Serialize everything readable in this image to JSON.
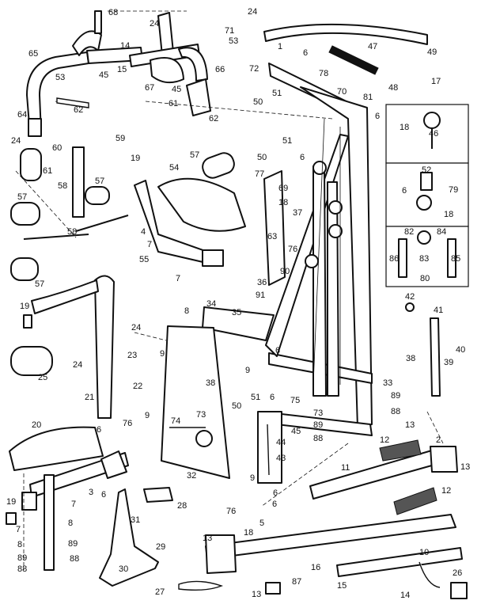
{
  "callouts": [
    {
      "id": "c68",
      "text": "68"
    },
    {
      "id": "c24a",
      "text": "24"
    },
    {
      "id": "c24b",
      "text": "24"
    },
    {
      "id": "c71",
      "text": "71"
    },
    {
      "id": "c53a",
      "text": "53"
    },
    {
      "id": "c65",
      "text": "65"
    },
    {
      "id": "c14a",
      "text": "14"
    },
    {
      "id": "c15",
      "text": "15"
    },
    {
      "id": "c53b",
      "text": "53"
    },
    {
      "id": "c45a",
      "text": "45"
    },
    {
      "id": "c67",
      "text": "67"
    },
    {
      "id": "c45b",
      "text": "45"
    },
    {
      "id": "c66",
      "text": "66"
    },
    {
      "id": "c61a",
      "text": "61"
    },
    {
      "id": "c62a",
      "text": "62"
    },
    {
      "id": "c62b",
      "text": "62"
    },
    {
      "id": "c64",
      "text": "64"
    },
    {
      "id": "c24c",
      "text": "24"
    },
    {
      "id": "c72",
      "text": "72"
    },
    {
      "id": "c1",
      "text": "1"
    },
    {
      "id": "c6a",
      "text": "6"
    },
    {
      "id": "c47",
      "text": "47"
    },
    {
      "id": "c49",
      "text": "49"
    },
    {
      "id": "c78",
      "text": "78"
    },
    {
      "id": "c48",
      "text": "48"
    },
    {
      "id": "c17",
      "text": "17"
    },
    {
      "id": "c50a",
      "text": "50"
    },
    {
      "id": "c51a",
      "text": "51"
    },
    {
      "id": "c70",
      "text": "70"
    },
    {
      "id": "c81",
      "text": "81"
    },
    {
      "id": "c6b",
      "text": "6"
    },
    {
      "id": "c60",
      "text": "60"
    },
    {
      "id": "c59",
      "text": "59"
    },
    {
      "id": "c61b",
      "text": "61"
    },
    {
      "id": "c19a",
      "text": "19"
    },
    {
      "id": "c58a",
      "text": "58"
    },
    {
      "id": "c57a",
      "text": "57"
    },
    {
      "id": "c54",
      "text": "54"
    },
    {
      "id": "c57b",
      "text": "57"
    },
    {
      "id": "c51b",
      "text": "51"
    },
    {
      "id": "c50b",
      "text": "50"
    },
    {
      "id": "c6c",
      "text": "6"
    },
    {
      "id": "c77",
      "text": "77"
    },
    {
      "id": "c69",
      "text": "69"
    },
    {
      "id": "c18a",
      "text": "18"
    },
    {
      "id": "c37",
      "text": "37"
    },
    {
      "id": "c46",
      "text": "46"
    },
    {
      "id": "c18b",
      "text": "18"
    },
    {
      "id": "c52",
      "text": "52"
    },
    {
      "id": "c6d",
      "text": "6"
    },
    {
      "id": "c79",
      "text": "79"
    },
    {
      "id": "c18c",
      "text": "18"
    },
    {
      "id": "c82",
      "text": "82"
    },
    {
      "id": "c84",
      "text": "84"
    },
    {
      "id": "c86",
      "text": "86"
    },
    {
      "id": "c83",
      "text": "83"
    },
    {
      "id": "c85",
      "text": "85"
    },
    {
      "id": "c80",
      "text": "80"
    },
    {
      "id": "c57c",
      "text": "57"
    },
    {
      "id": "c58b",
      "text": "58"
    },
    {
      "id": "c4",
      "text": "4"
    },
    {
      "id": "c7a",
      "text": "7"
    },
    {
      "id": "c55",
      "text": "55"
    },
    {
      "id": "c63",
      "text": "63"
    },
    {
      "id": "c76a",
      "text": "76"
    },
    {
      "id": "c36",
      "text": "36"
    },
    {
      "id": "c57d",
      "text": "57"
    },
    {
      "id": "c7b",
      "text": "7"
    },
    {
      "id": "c8a",
      "text": "8"
    },
    {
      "id": "c90",
      "text": "90"
    },
    {
      "id": "c91",
      "text": "91"
    },
    {
      "id": "c19b",
      "text": "19"
    },
    {
      "id": "c34",
      "text": "34"
    },
    {
      "id": "c35",
      "text": "35"
    },
    {
      "id": "c42",
      "text": "42"
    },
    {
      "id": "c41",
      "text": "41"
    },
    {
      "id": "c24d",
      "text": "24"
    },
    {
      "id": "c9a",
      "text": "9"
    },
    {
      "id": "c23",
      "text": "23"
    },
    {
      "id": "c6e",
      "text": "6"
    },
    {
      "id": "c40",
      "text": "40"
    },
    {
      "id": "c25",
      "text": "25"
    },
    {
      "id": "c24e",
      "text": "24"
    },
    {
      "id": "c38a",
      "text": "38"
    },
    {
      "id": "c39",
      "text": "39"
    },
    {
      "id": "c9b",
      "text": "9"
    },
    {
      "id": "c21",
      "text": "21"
    },
    {
      "id": "c22",
      "text": "22"
    },
    {
      "id": "c38b",
      "text": "38"
    },
    {
      "id": "c51c",
      "text": "51"
    },
    {
      "id": "c6f",
      "text": "6"
    },
    {
      "id": "c75",
      "text": "75"
    },
    {
      "id": "c33",
      "text": "33"
    },
    {
      "id": "c89a",
      "text": "89"
    },
    {
      "id": "c50c",
      "text": "50"
    },
    {
      "id": "c88a",
      "text": "88"
    },
    {
      "id": "c76b",
      "text": "76"
    },
    {
      "id": "c9c",
      "text": "9"
    },
    {
      "id": "c73a",
      "text": "73"
    },
    {
      "id": "c73b",
      "text": "73"
    },
    {
      "id": "c74",
      "text": "74"
    },
    {
      "id": "c45c",
      "text": "45"
    },
    {
      "id": "c89b",
      "text": "89"
    },
    {
      "id": "c88b",
      "text": "88"
    },
    {
      "id": "c20",
      "text": "20"
    },
    {
      "id": "c44",
      "text": "44"
    },
    {
      "id": "c13a",
      "text": "13"
    },
    {
      "id": "c6g",
      "text": "6"
    },
    {
      "id": "c43",
      "text": "43"
    },
    {
      "id": "c12a",
      "text": "12"
    },
    {
      "id": "c2",
      "text": "2"
    },
    {
      "id": "c13b",
      "text": "13"
    },
    {
      "id": "c11",
      "text": "11"
    },
    {
      "id": "c3",
      "text": "3"
    },
    {
      "id": "c32",
      "text": "32"
    },
    {
      "id": "c9d",
      "text": "9"
    },
    {
      "id": "c6h",
      "text": "6"
    },
    {
      "id": "c12b",
      "text": "12"
    },
    {
      "id": "c19c",
      "text": "19"
    },
    {
      "id": "c7c",
      "text": "7"
    },
    {
      "id": "c28",
      "text": "28"
    },
    {
      "id": "c6i",
      "text": "6"
    },
    {
      "id": "c76c",
      "text": "76"
    },
    {
      "id": "c6j",
      "text": "6"
    },
    {
      "id": "c7d",
      "text": "7"
    },
    {
      "id": "c8b",
      "text": "8"
    },
    {
      "id": "c31",
      "text": "31"
    },
    {
      "id": "c5",
      "text": "5"
    },
    {
      "id": "c89c",
      "text": "89"
    },
    {
      "id": "c8c",
      "text": "8"
    },
    {
      "id": "c18d",
      "text": "18"
    },
    {
      "id": "c13c",
      "text": "13"
    },
    {
      "id": "c29",
      "text": "29"
    },
    {
      "id": "c10",
      "text": "10"
    },
    {
      "id": "c89d",
      "text": "89"
    },
    {
      "id": "c88c",
      "text": "88"
    },
    {
      "id": "c88d",
      "text": "88"
    },
    {
      "id": "c30",
      "text": "30"
    },
    {
      "id": "c16",
      "text": "16"
    },
    {
      "id": "c87",
      "text": "87"
    },
    {
      "id": "c26",
      "text": "26"
    },
    {
      "id": "c27",
      "text": "27"
    },
    {
      "id": "c15b",
      "text": "15"
    },
    {
      "id": "c14b",
      "text": "14"
    },
    {
      "id": "c13d",
      "text": "13"
    }
  ]
}
